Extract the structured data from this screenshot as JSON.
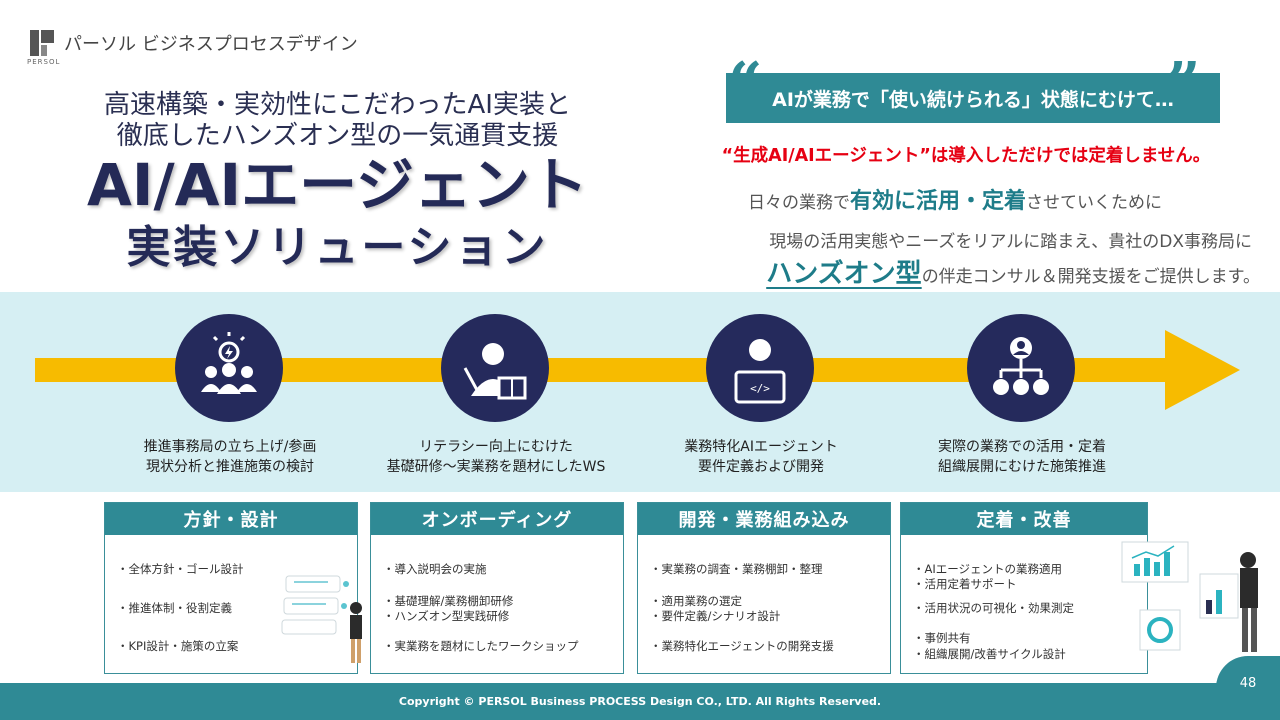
{
  "header": {
    "company": "パーソル ビジネスプロセスデザイン",
    "logo_sub": "PERSOL"
  },
  "headline": {
    "lead_line1": "高速構築・実効性にこだわったAI実装と",
    "lead_line2": "徹底したハンズオン型の一気通貫支援",
    "title_line1": "AI/AIエージェント",
    "title_line2": "実装ソリューション"
  },
  "message": {
    "quote": "AIが業務で「使い続けられる」状態にむけて…",
    "red_line": "“生成AI/AIエージェント”は導入しただけでは定着しません。",
    "line1_pre": "日々の業務で",
    "line1_hl": "有効に活用・定着",
    "line1_post": "させていくために",
    "line2": "現場の活用実態やニーズをリアルに踏まえ、貴社のDX事務局に",
    "line3_hl": "ハンズオン型",
    "line3_post": "の伴走コンサル＆開発支援をご提供します。"
  },
  "steps": [
    {
      "icon": "idea-team-icon",
      "caption_line1": "推進事務局の立ち上げ/参画",
      "caption_line2": "現状分析と推進施策の検討"
    },
    {
      "icon": "teacher-icon",
      "caption_line1": "リテラシー向上にむけた",
      "caption_line2": "基礎研修〜実業務を題材にしたWS"
    },
    {
      "icon": "developer-icon",
      "caption_line1": "業務特化AIエージェント",
      "caption_line2": "要件定義および開発"
    },
    {
      "icon": "org-chart-icon",
      "caption_line1": "実際の業務での活用・定着",
      "caption_line2": "組織展開にむけた施策推進"
    }
  ],
  "cards": [
    {
      "title": "方針・設計",
      "items": [
        [
          "・全体方針・ゴール設計"
        ],
        [
          "・推進体制・役割定義"
        ],
        [
          "・KPI設計・施策の立案"
        ]
      ]
    },
    {
      "title": "オンボーディング",
      "items": [
        [
          "・導入説明会の実施"
        ],
        [
          "・基礎理解/業務棚卸研修",
          "・ハンズオン型実践研修"
        ],
        [
          "・実業務を題材にしたワークショップ"
        ]
      ]
    },
    {
      "title": "開発・業務組み込み",
      "items": [
        [
          "・実業務の調査・業務棚卸・整理"
        ],
        [
          "・適用業務の選定",
          "・要件定義/シナリオ設計"
        ],
        [
          "・業務特化エージェントの開発支援"
        ]
      ]
    },
    {
      "title": "定着・改善",
      "items": [
        [
          "・AIエージェントの業務適用",
          "・活用定着サポート"
        ],
        [
          "・活用状況の可視化・効果測定"
        ],
        [
          "・事例共有",
          "・組織展開/改善サイクル設計"
        ]
      ]
    }
  ],
  "footer": {
    "copyright": "Copyright © PERSOL Business PROCESS Design CO., LTD. All Rights Reserved.",
    "page": "48"
  },
  "colors": {
    "teal": "#2f8a95",
    "navy": "#252a5c",
    "arrow": "#f7bb00",
    "band": "#d6eff3",
    "alert": "#e60012"
  }
}
